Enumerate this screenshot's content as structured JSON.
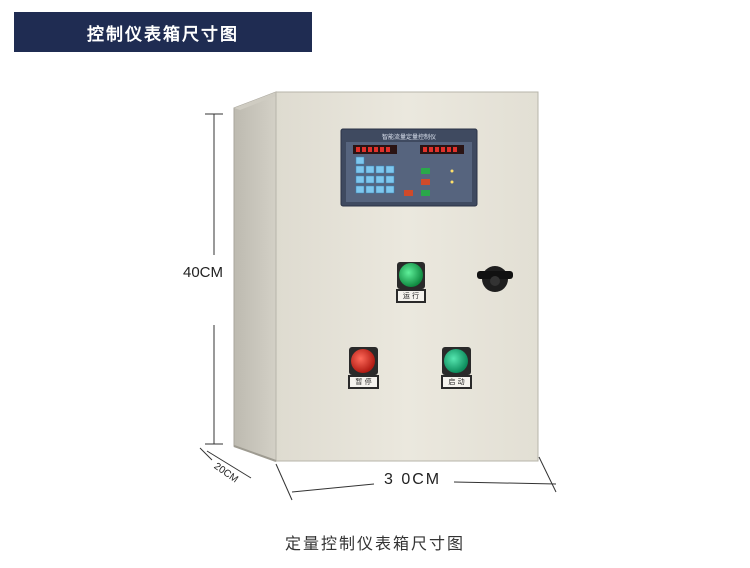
{
  "header": {
    "title": "控制仪表箱尺寸图"
  },
  "caption": "定量控制仪表箱尺寸图",
  "dimensions": {
    "height": "40CM",
    "width": "3 0CM",
    "depth": "20CM"
  },
  "controller": {
    "title": "智能流量定量控制仪"
  },
  "buttons": {
    "run_label": "运 行",
    "pause_label": "暂 停",
    "start_label": "启 动"
  },
  "colors": {
    "header_bg": "#1f2c52",
    "cabinet": "#e6e3d8",
    "run": "#1db45a",
    "pause": "#d72a22",
    "start": "#1bb07a"
  }
}
